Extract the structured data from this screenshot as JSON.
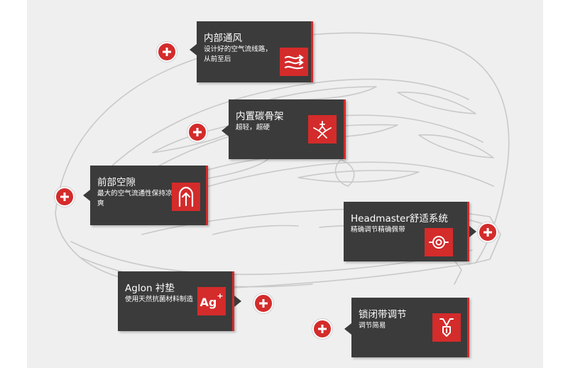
{
  "colors": {
    "accent": "#d42b2b",
    "card": "#3b3b3b",
    "panel": "#efefef"
  },
  "features": [
    {
      "title": "内部通风",
      "desc": "设计好的空气流线路，从前至后",
      "icon": "airflow-icon"
    },
    {
      "title": "内置碳骨架",
      "desc": "超轻，超硬",
      "icon": "carbon-frame-icon"
    },
    {
      "title": "前部空隙",
      "desc": "最大的空气流通性保持凉爽",
      "icon": "front-vent-icon"
    },
    {
      "title": "Headmaster舒适系统",
      "desc": "精确调节精确佩带",
      "icon": "headmaster-dial-icon"
    },
    {
      "title": "AgIon 衬垫",
      "desc": "使用天然抗菌材料制造",
      "icon": "ag-plus-icon",
      "icon_text": "Ag"
    },
    {
      "title": "锁闭带调节",
      "desc": "调节简易",
      "icon": "buckle-icon"
    }
  ]
}
